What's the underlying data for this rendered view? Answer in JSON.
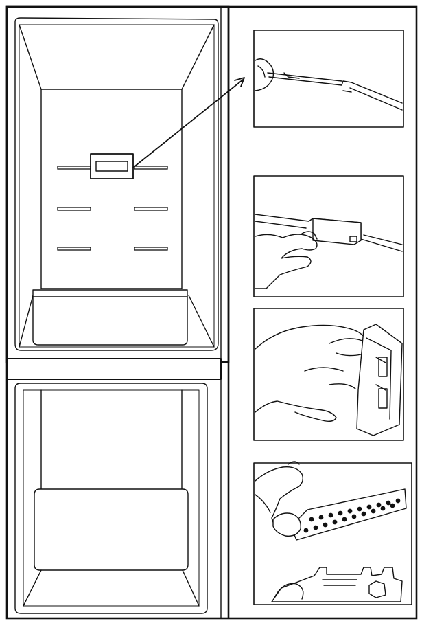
{
  "figure": {
    "panels": [
      {
        "id": "step-1",
        "depicts": "slider-rail-close-up"
      },
      {
        "id": "step-2",
        "depicts": "hand-sliding-cover-off-rail"
      },
      {
        "id": "step-3",
        "depicts": "hand-holding-removed-cover"
      },
      {
        "id": "step-4",
        "depicts": "filter-pad-inserted-into-holder"
      }
    ],
    "colors": {
      "line": "#111111",
      "background": "#ffffff"
    }
  }
}
